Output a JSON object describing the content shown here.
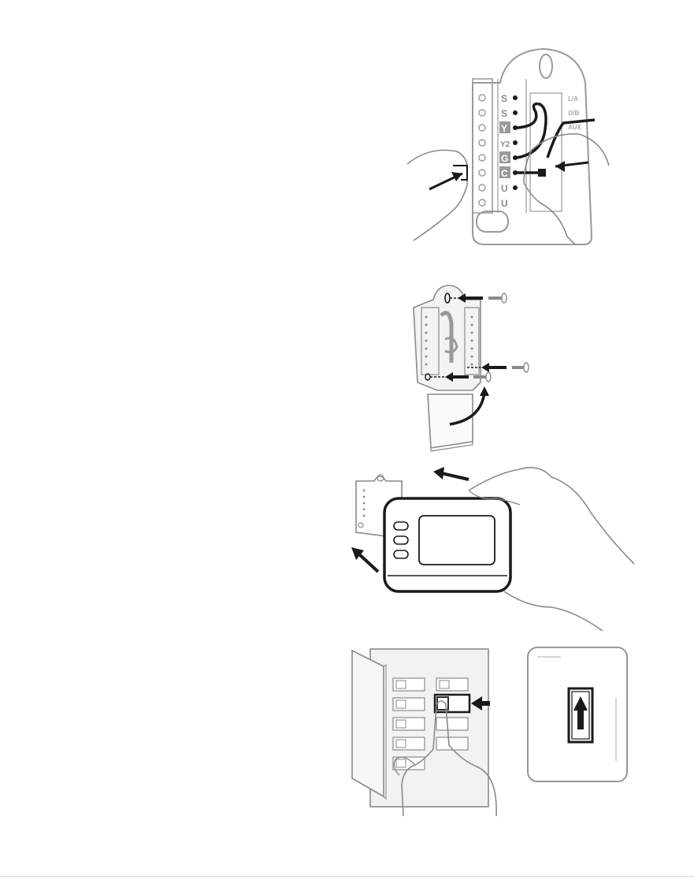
{
  "figures": [
    {
      "id": "wiring-terminals",
      "terminal_labels": [
        "S",
        "S",
        "Y",
        "Y2",
        "G",
        "C",
        "U",
        "U"
      ],
      "highlighted_terminals": [
        "Y",
        "G",
        "C"
      ],
      "side_labels": [
        "L/A",
        "O/B",
        "AUX"
      ]
    },
    {
      "id": "wallplate-mounting-screws"
    },
    {
      "id": "attach-thermostat-to-wallplate"
    },
    {
      "id": "turn-power-on-breaker"
    }
  ],
  "colors": {
    "line": "#1a1a1a",
    "outline_gray": "#8a8a8a",
    "light_gray": "#bdbdbd",
    "highlight_box": "#9a9a9a"
  }
}
